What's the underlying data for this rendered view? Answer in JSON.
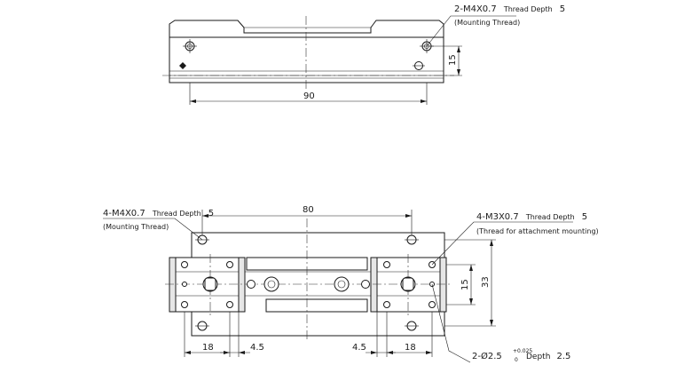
{
  "top_view": {
    "callout_line1_a": "2-M4X0.7",
    "callout_line1_b": "Thread Depth",
    "callout_line1_c": "5",
    "callout_line2": "(Mounting Thread)",
    "dim_width": "90",
    "dim_height": "15"
  },
  "bottom_view": {
    "left_callout_line1_a": "4-M4X0.7",
    "left_callout_line1_b": "Thread Depth",
    "left_callout_line1_c": "5",
    "left_callout_line2": "(Mounting Thread)",
    "right_callout_line1_a": "4-M3X0.7",
    "right_callout_line1_b": "Thread Depth",
    "right_callout_line1_c": "5",
    "right_callout_line2": "(Thread for attachment mounting)",
    "dim_top": "80",
    "dim_15": "15",
    "dim_33": "33",
    "dim_18_left": "18",
    "dim_45_left": "4.5",
    "dim_45_right": "4.5",
    "dim_18_right": "18",
    "pin_callout_a": "2-Ø2.5",
    "pin_tol_upper": "+0.025",
    "pin_tol_lower": "0",
    "pin_callout_b": "Depth",
    "pin_callout_c": "2.5"
  }
}
